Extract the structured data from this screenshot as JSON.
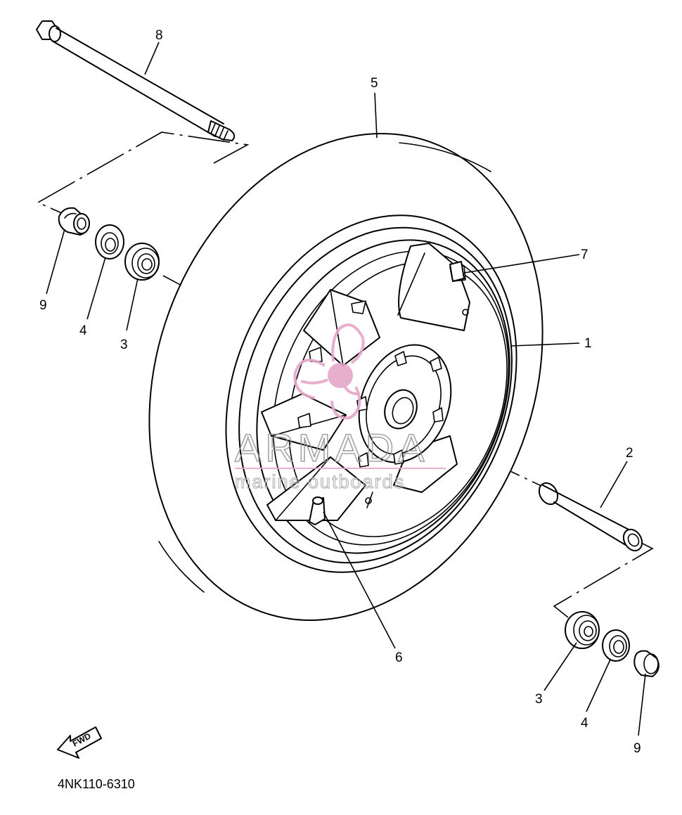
{
  "diagram_code": "4NK110-6310",
  "fwd_label": "FWD",
  "watermark": {
    "brand": "ARMADA",
    "tagline": "marine outboards",
    "accent_color": "#e6a6c9"
  },
  "callouts": {
    "c1": "1",
    "c2": "2",
    "c3_left": "3",
    "c3_right": "3",
    "c4_left": "4",
    "c4_right": "4",
    "c5": "5",
    "c6": "6",
    "c7": "7",
    "c8": "8",
    "c9_left": "9",
    "c9_right": "9"
  }
}
